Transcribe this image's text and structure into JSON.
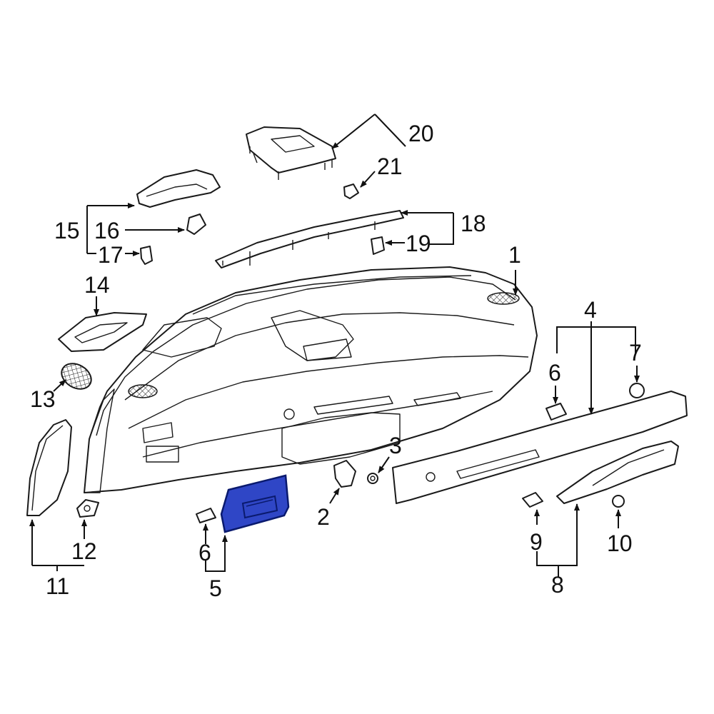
{
  "diagram": {
    "highlight_color": "#2f46c6",
    "callouts": {
      "c1": "1",
      "c2": "2",
      "c3": "3",
      "c4": "4",
      "c5": "5",
      "c6a": "6",
      "c6b": "6",
      "c7": "7",
      "c8": "8",
      "c9": "9",
      "c10": "10",
      "c11": "11",
      "c12": "12",
      "c13": "13",
      "c14": "14",
      "c15": "15",
      "c16": "16",
      "c17": "17",
      "c18": "18",
      "c19": "19",
      "c20": "20",
      "c21": "21"
    }
  }
}
